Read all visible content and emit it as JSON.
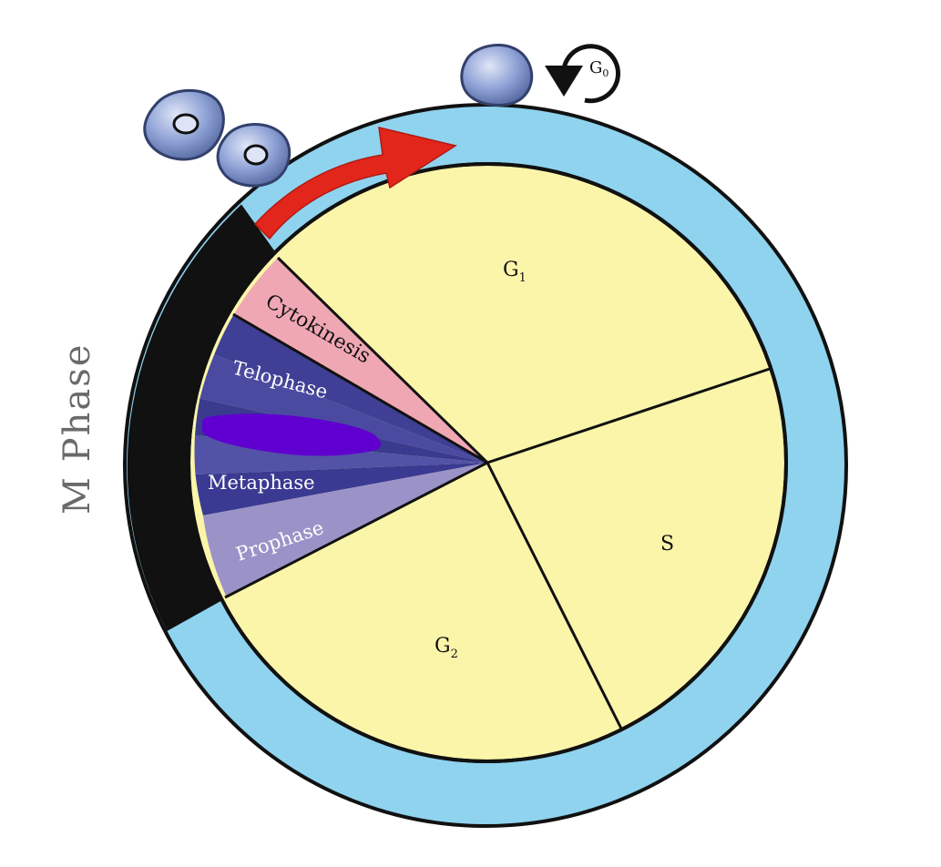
{
  "side_label": "M Phase",
  "phases": {
    "g1": {
      "label": "G",
      "sub": "1"
    },
    "s": {
      "label": "S"
    },
    "g2": {
      "label": "G",
      "sub": "2"
    },
    "g0": {
      "label": "G",
      "sub": "0"
    }
  },
  "m_subphases": {
    "cytokinesis": "Cytokinesis",
    "telophase": "Telophase",
    "metaphase": "Metaphase",
    "prophase": "Prophase"
  },
  "colors": {
    "ring": "#8fd3ef",
    "interphase": "#fbf5aa",
    "cytokinesis": "#f0a7b4",
    "telophase": "#3f3f95",
    "anaphase": "#4a4aa0",
    "metaphase": "#3a3a92",
    "prophase": "#9b93c8",
    "m_band": "#111111",
    "arrow": "#e2261b",
    "scribble": "#6000d0",
    "cell": "#6f84c4"
  }
}
